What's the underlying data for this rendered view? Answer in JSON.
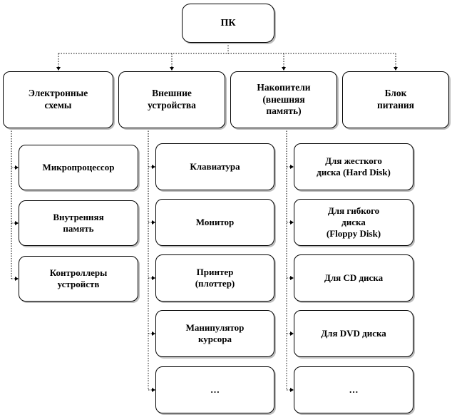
{
  "root": {
    "label": "ПК"
  },
  "categories": [
    {
      "label": "Электронные\nсхемы",
      "children": [
        "Микропроцессор",
        "Внутренняя\nпамять",
        "Контроллеры\nустройств"
      ]
    },
    {
      "label": "Внешние\nустройства",
      "children": [
        "Клавиатура",
        "Монитор",
        "Принтер\n(плоттер)",
        "Манипулятор\nкурсора",
        "…"
      ]
    },
    {
      "label": "Накопители\n(внешняя\nпамять)",
      "children": [
        "Для жесткого\nдиска (Hard Disk)",
        "Для гибкого\nдиска\n(Floppy  Disk)",
        "Для CD диска",
        "Для DVD диска",
        "…"
      ]
    },
    {
      "label": "Блок\nпитания",
      "children": []
    }
  ]
}
